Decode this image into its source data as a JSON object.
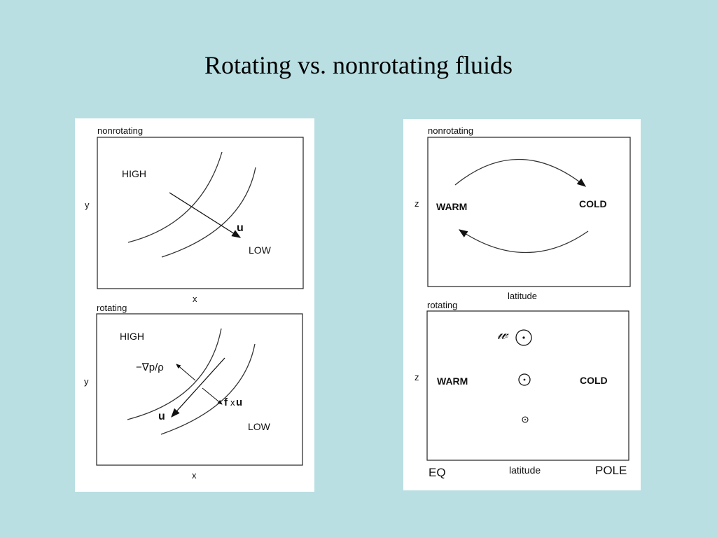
{
  "slide": {
    "title": "Rotating vs. nonrotating fluids"
  },
  "left_figure": {
    "top_panel": {
      "label": "nonrotating",
      "x_axis": "x",
      "y_axis": "y",
      "high": "HIGH",
      "low": "LOW",
      "arrow_label": "u"
    },
    "bottom_panel": {
      "label": "rotating",
      "x_axis": "x",
      "y_axis": "y",
      "high": "HIGH",
      "low": "LOW",
      "pressure_gradient_label": "−∇p/ρ",
      "coriolis_label_f": "f",
      "coriolis_label_x": "x",
      "coriolis_label_u": "u",
      "velocity_label": "u"
    }
  },
  "right_figure": {
    "top_panel": {
      "label": "nonrotating",
      "z_axis": "z",
      "x_axis": "latitude",
      "warm": "WARM",
      "cold": "COLD"
    },
    "bottom_panel": {
      "label": "rotating",
      "z_axis": "z",
      "x_axis": "latitude",
      "warm": "WARM",
      "cold": "COLD",
      "wind_symbol": "𝓌",
      "left_end": "EQ",
      "right_end": "POLE"
    }
  }
}
